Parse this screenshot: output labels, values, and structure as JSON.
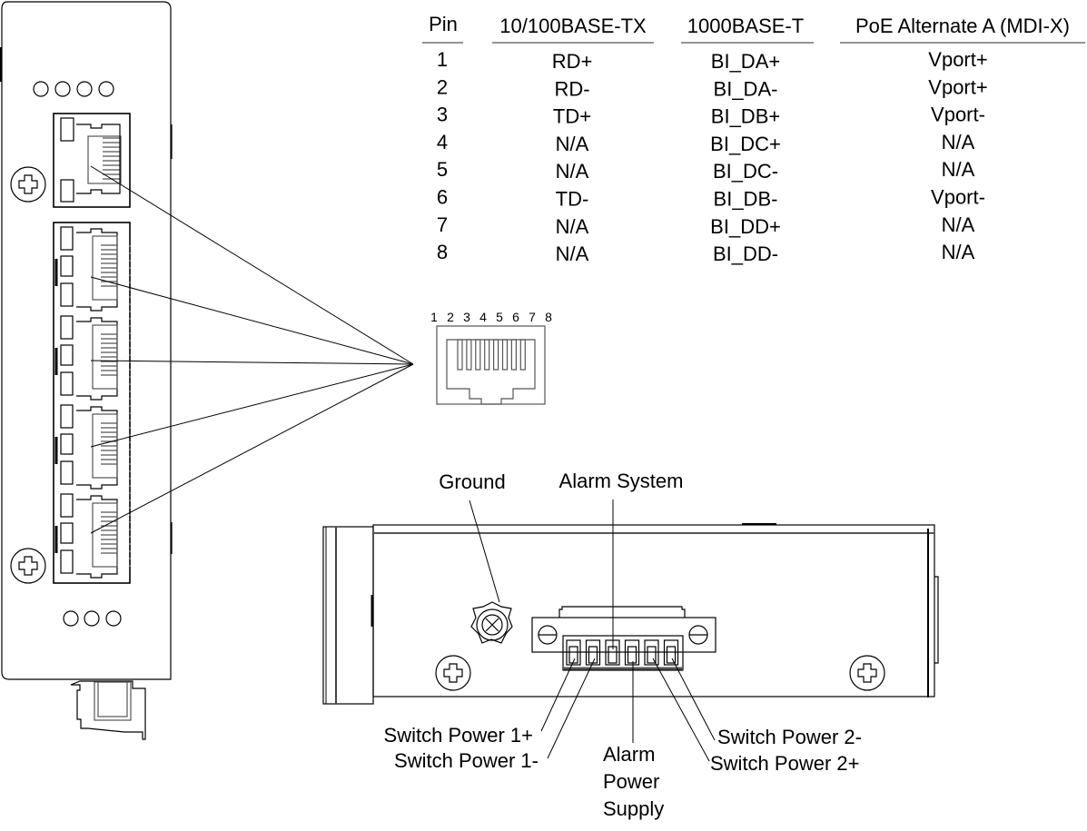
{
  "pin_table": {
    "headers": [
      "Pin",
      "10/100BASE-TX",
      "1000BASE-T",
      "PoE Alternate A (MDI-X)"
    ],
    "rows": [
      [
        "1",
        "RD+",
        "BI_DA+",
        "Vport+"
      ],
      [
        "2",
        "RD-",
        "BI_DA-",
        "Vport+"
      ],
      [
        "3",
        "TD+",
        "BI_DB+",
        "Vport-"
      ],
      [
        "4",
        "N/A",
        "BI_DC+",
        "N/A"
      ],
      [
        "5",
        "N/A",
        "BI_DC-",
        "N/A"
      ],
      [
        "6",
        "TD-",
        "BI_DB-",
        "Vport-"
      ],
      [
        "7",
        "N/A",
        "BI_DD+",
        "N/A"
      ],
      [
        "8",
        "N/A",
        "BI_DD-",
        "N/A"
      ]
    ]
  },
  "rj45_jack": {
    "pin_numbers": [
      "1",
      "2",
      "3",
      "4",
      "5",
      "6",
      "7",
      "8"
    ]
  },
  "front_panel": {
    "ports": [
      "uplink-port",
      "port-1",
      "port-2",
      "port-3",
      "port-4"
    ],
    "led_groups": [
      4,
      3
    ]
  },
  "terminal_block": {
    "callouts": {
      "ground": "Ground",
      "alarm_system": "Alarm System",
      "switch_power_1_plus": "Switch Power 1+",
      "switch_power_1_minus": "Switch Power 1-",
      "alarm_power_supply": [
        "Alarm",
        "Power",
        "Supply"
      ],
      "switch_power_2_minus": "Switch Power 2-",
      "switch_power_2_plus": "Switch Power 2+"
    }
  }
}
